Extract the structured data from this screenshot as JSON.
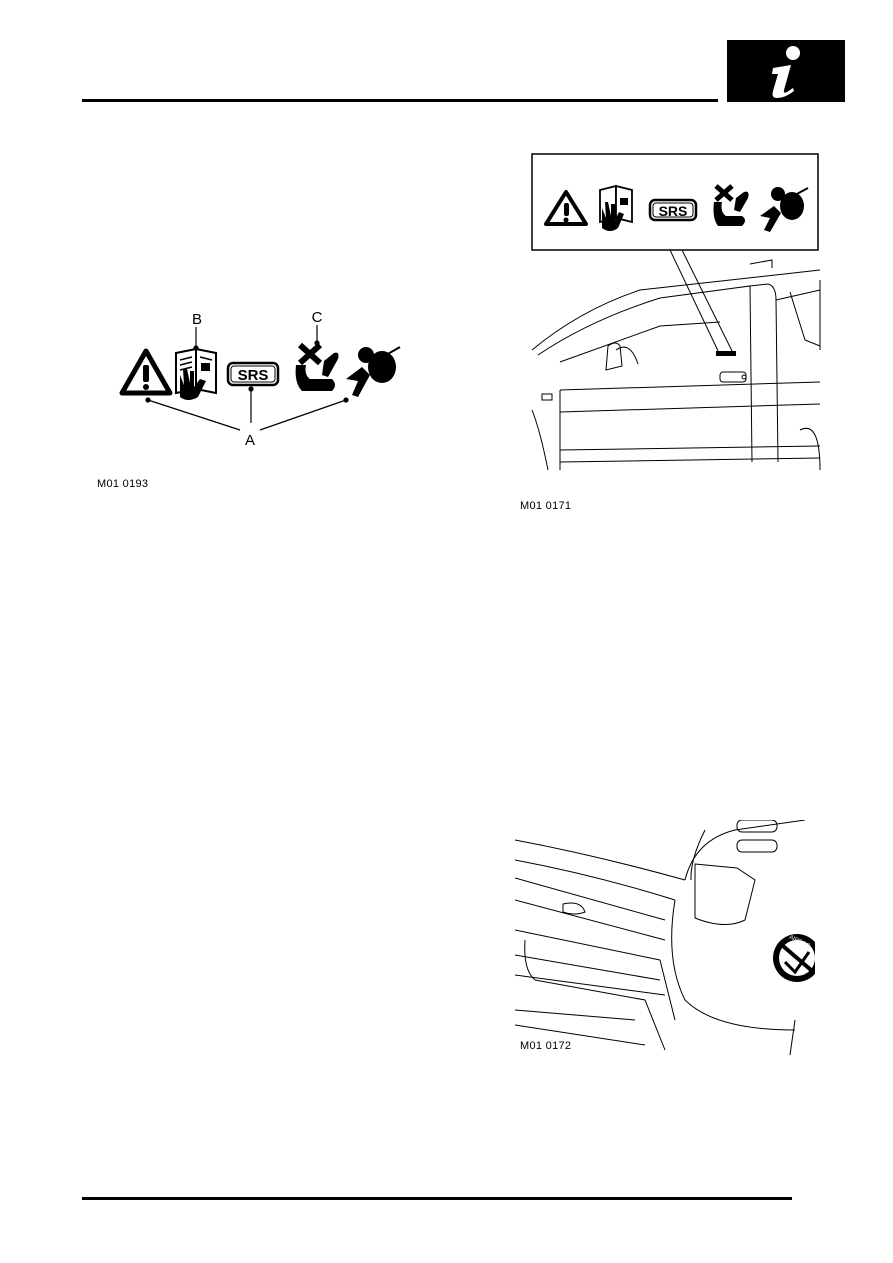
{
  "header": {
    "section_icon": "info-icon"
  },
  "figures": {
    "fig1": {
      "caption": "M01 0193",
      "callouts": {
        "a": "A",
        "b": "B",
        "c": "C"
      },
      "srs_label": "SRS"
    },
    "fig2": {
      "caption": "M01 0171",
      "srs_label": "SRS"
    },
    "fig3": {
      "caption": "M01 0172",
      "badge_text": "AIRBAG"
    }
  }
}
